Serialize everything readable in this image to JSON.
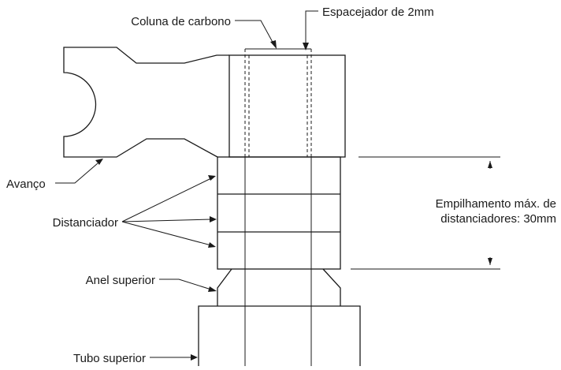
{
  "labels": {
    "coluna_carbono": "Coluna de carbono",
    "espacejador": "Espacejador de 2mm",
    "avanco": "Avanço",
    "distanciador": "Distanciador",
    "anel_superior": "Anel superior",
    "tubo_superior": "Tubo superior",
    "empilhamento_line1": "Empilhamento máx. de",
    "empilhamento_line2": "distanciadores: 30mm"
  }
}
